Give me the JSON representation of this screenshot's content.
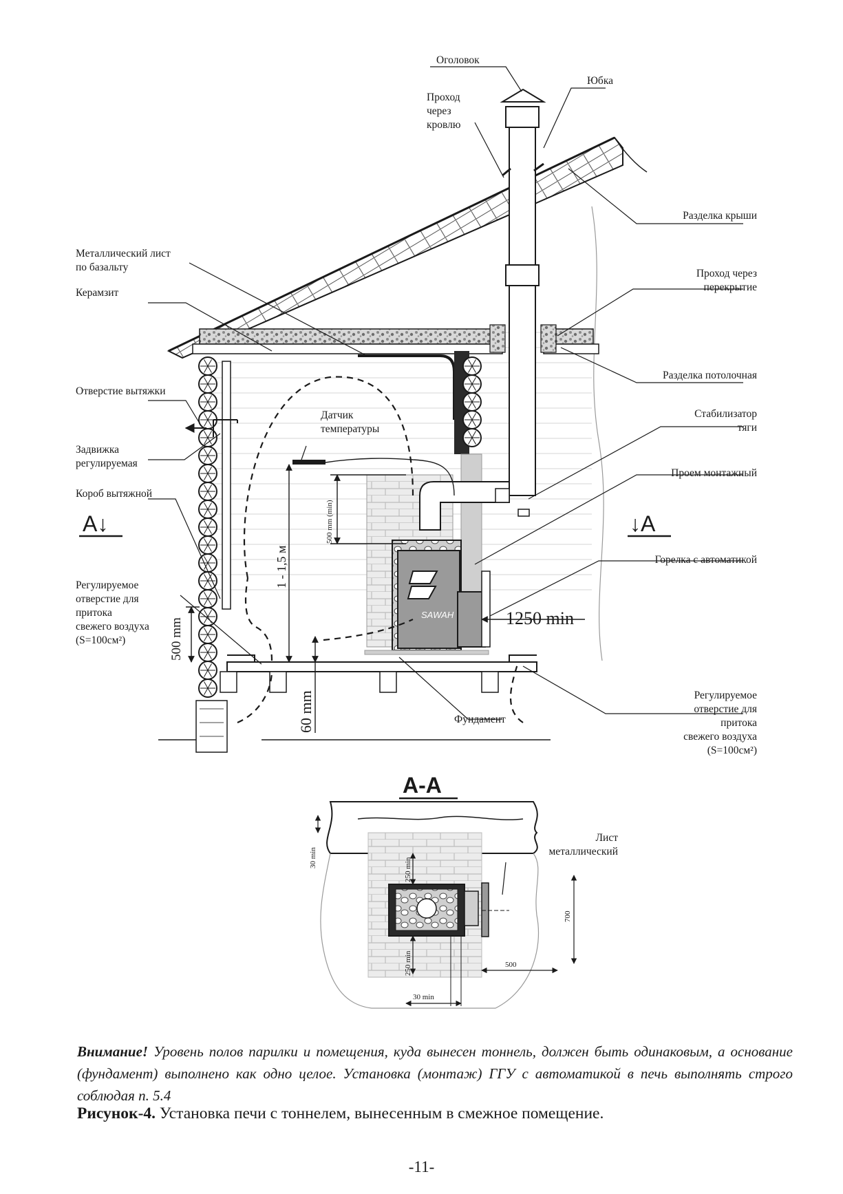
{
  "labels": {
    "cap": "Оголовок",
    "skirt": "Юбка",
    "roof_pass": [
      "Проход",
      "через",
      "кровлю"
    ],
    "roof_sep": "Разделка крыши",
    "metal_sheet": [
      "Металлический лист",
      "по базальту"
    ],
    "ceiling_pass": [
      "Проход через",
      "перекрытие"
    ],
    "expanded_clay": "Керамзит",
    "ceiling_sep": "Разделка потолочная",
    "exhaust_hole": "Отверстие вытяжки",
    "draft_stab": [
      "Стабилизатор",
      "тяги"
    ],
    "temp_sensor": [
      "Датчик",
      "температуры"
    ],
    "damper": [
      "Задвижка",
      "регулируемая"
    ],
    "mount_opening": "Проем монтажный",
    "exhaust_box": "Короб вытяжной",
    "burner": "Горелка с автоматикой",
    "inlet_left": [
      "Регулируемое",
      "отверстие для",
      "притока",
      "свежего воздуха",
      "(S=100см²)"
    ],
    "inlet_right": [
      "Регулируемое",
      "отверстие для",
      "притока",
      "свежего воздуха",
      "(S=100см²)"
    ],
    "foundation": "Фундамент",
    "section_left": "A↓",
    "section_right": "↓A",
    "section_title": "A-A",
    "metal_sheet_plan": [
      "Лист",
      "металлический"
    ]
  },
  "dimensions": {
    "d500_left": "500 mm",
    "d500_min": "500 mm (min)",
    "d1_1_5": "1 - 1,5 м",
    "d60": "60 mm",
    "d1250": "1250 min",
    "d30_top": "30 min",
    "d250_top": "250 min",
    "d250_bottom": "250 min",
    "d700": "700",
    "d500_plan": "500",
    "d30_bottom": "30 min"
  },
  "brand": "SAWAH",
  "note": {
    "warning": "Внимание!",
    "text": " Уровень полов парилки и помещения, куда вынесен тоннель, должен быть одинаковым, а основание (фундамент) выполнено как одно целое. Установка (монтаж) ГГУ с автоматикой в печь выполнять строго соблюдая  п. 5.4"
  },
  "caption": {
    "figure": "Рисунок-4.",
    "text": " Установка печи с тоннелем, вынесенным в смежное помещение."
  },
  "page_number": "-11-"
}
